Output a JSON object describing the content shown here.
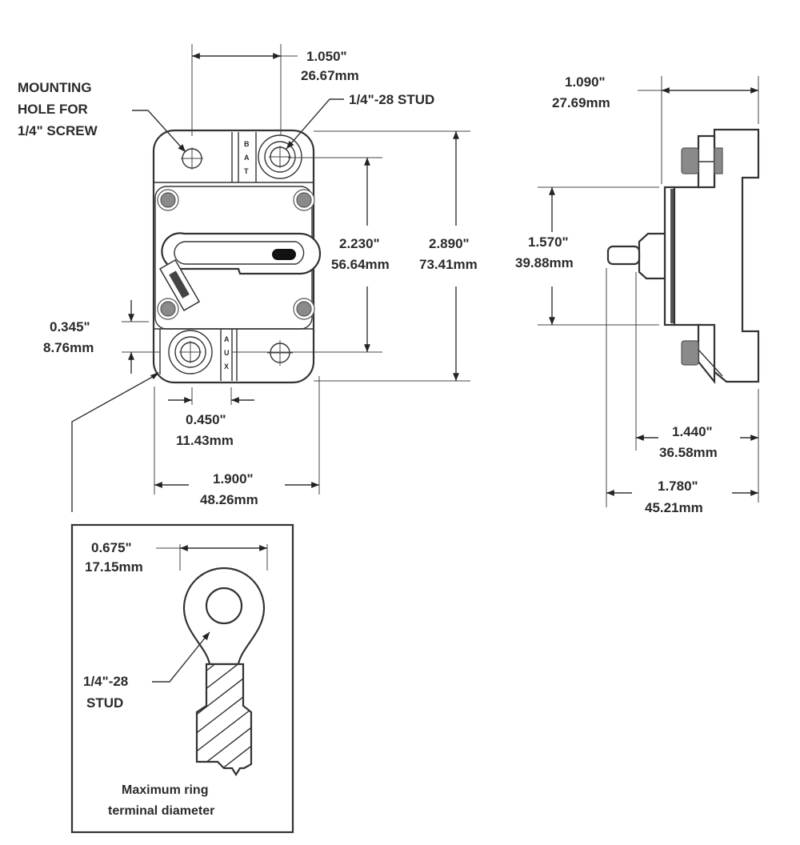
{
  "title": "Circuit breaker dimension drawing",
  "colors": {
    "line": "#333333",
    "fill_grey": "#8a8a8a",
    "background": "#ffffff"
  },
  "front_view": {
    "labels": {
      "mounting_hole": [
        "MOUNTING",
        "HOLE FOR",
        "1/4\" SCREW"
      ],
      "stud": "1/4\"-28 STUD",
      "bat": [
        "B",
        "A",
        "T"
      ],
      "aux": [
        "A",
        "U",
        "X"
      ]
    },
    "dimensions": {
      "hole_spacing": {
        "in": "1.050\"",
        "mm": "26.67mm"
      },
      "stud_spacing_vertical": {
        "in": "2.230\"",
        "mm": "56.64mm"
      },
      "overall_height": {
        "in": "2.890\"",
        "mm": "73.41mm"
      },
      "stud_offset": {
        "in": "0.345\"",
        "mm": "8.76mm"
      },
      "stud_center_offset": {
        "in": "0.450\"",
        "mm": "11.43mm"
      },
      "overall_width": {
        "in": "1.900\"",
        "mm": "48.26mm"
      }
    }
  },
  "side_view": {
    "dimensions": {
      "depth_top": {
        "in": "1.090\"",
        "mm": "27.69mm"
      },
      "flange_height": {
        "in": "1.570\"",
        "mm": "39.88mm"
      },
      "depth_body": {
        "in": "1.440\"",
        "mm": "36.58mm"
      },
      "depth_overall": {
        "in": "1.780\"",
        "mm": "45.21mm"
      }
    }
  },
  "ring_terminal": {
    "dimension": {
      "in": "0.675\"",
      "mm": "17.15mm"
    },
    "stud_label": [
      "1/4\"-28",
      "STUD"
    ],
    "caption": [
      "Maximum ring",
      "terminal diameter"
    ]
  }
}
